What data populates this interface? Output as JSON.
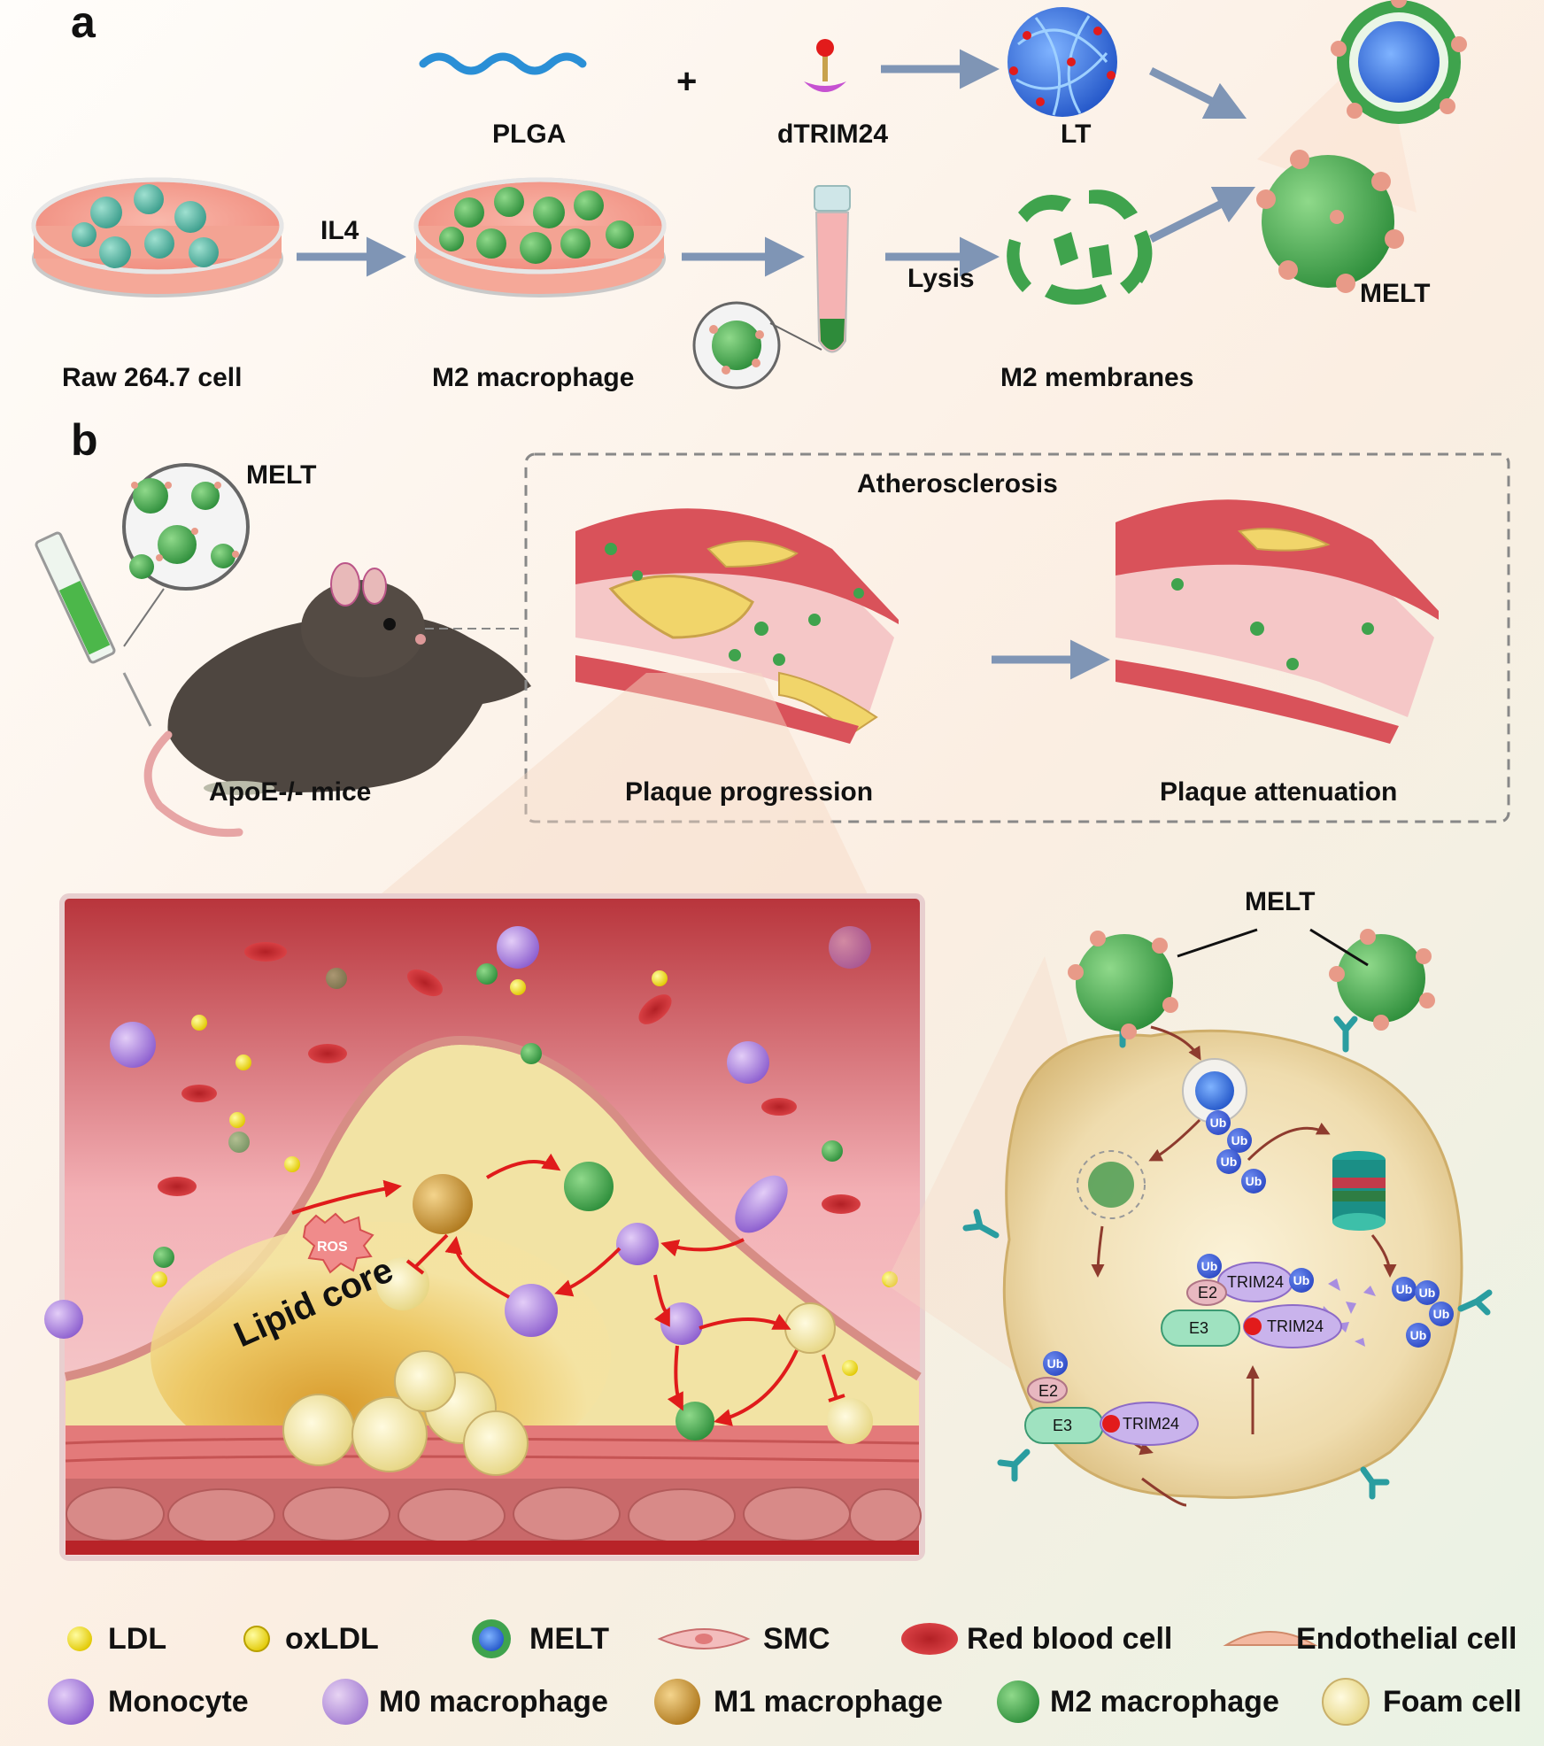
{
  "panel_a": {
    "letter": "a",
    "plga_label": "PLGA",
    "plus": "+",
    "dtrim_label": "dTRIM24",
    "lt_label": "LT",
    "il4_label": "IL4",
    "raw_label": "Raw 264.7 cell",
    "m2_label": "M2 macrophage",
    "lysis_label": "Lysis",
    "membranes_label": "M2 membranes",
    "melt_label": "MELT"
  },
  "panel_b": {
    "letter": "b",
    "melt_label": "MELT",
    "mice_label": "ApoE-/- mice",
    "athero_title": "Atherosclerosis",
    "progression_label": "Plaque progression",
    "attenuation_label": "Plaque attenuation",
    "ros_label": "ROS",
    "lipid_core_label": "Lipid core",
    "melt_cell_label": "MELT",
    "ub": "Ub",
    "e2": "E2",
    "e3": "E3",
    "trim24": "TRIM24"
  },
  "legend": {
    "row1": [
      "LDL",
      "oxLDL",
      "MELT",
      "SMC",
      "Red blood cell",
      "Endothelial cell"
    ],
    "row2": [
      "Monocyte",
      "M0 macrophage",
      "M1 macrophage",
      "M2 macrophage",
      "Foam cell"
    ]
  },
  "colors": {
    "m2_green": "#3fa34d",
    "ldl_yellow": "#f2e21a",
    "plaque_yellow": "#f3e29a",
    "blood_red": "#c9373a",
    "monocyte_purple": "#9b6fd6",
    "ub_blue": "#2a47c9",
    "arrow_gray": "#7f95b5"
  }
}
